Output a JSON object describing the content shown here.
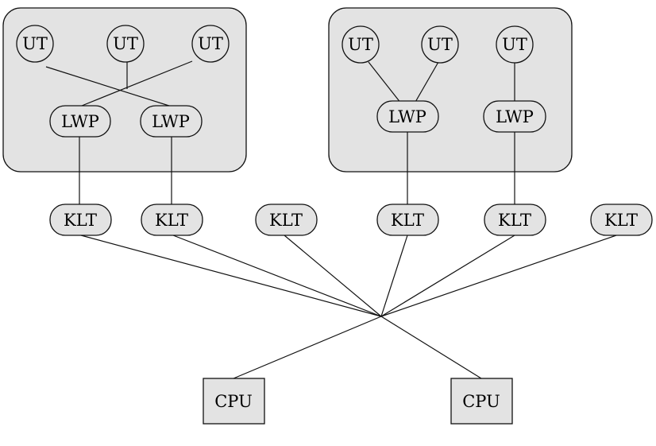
{
  "process_1": {
    "user_threads": [
      "UT",
      "UT",
      "UT"
    ],
    "lwps": [
      "LWP",
      "LWP"
    ]
  },
  "process_2": {
    "user_threads": [
      "UT",
      "UT",
      "UT"
    ],
    "lwps": [
      "LWP",
      "LWP"
    ]
  },
  "kernel_threads": [
    "KLT",
    "KLT",
    "KLT",
    "KLT",
    "KLT",
    "KLT"
  ],
  "cpus": [
    "CPU",
    "CPU"
  ]
}
